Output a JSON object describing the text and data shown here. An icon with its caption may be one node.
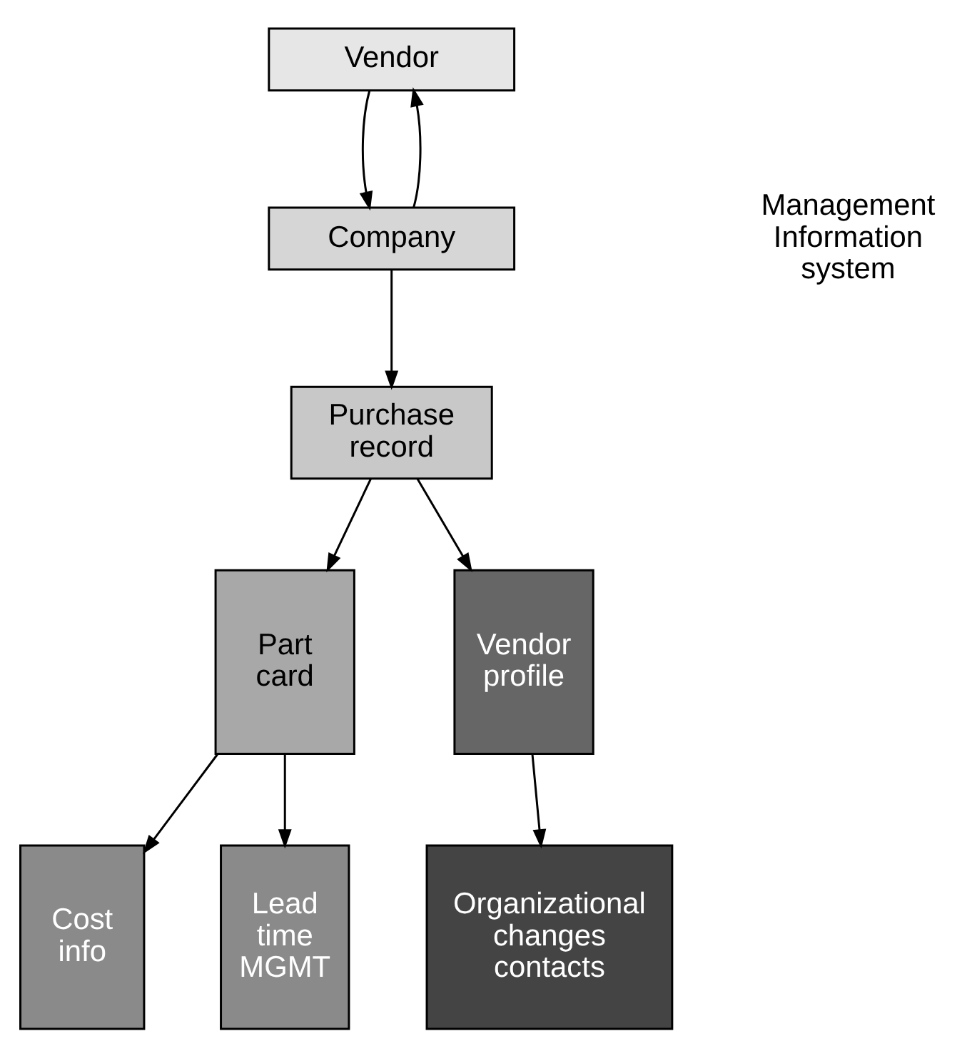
{
  "diagram": {
    "nodes": [
      {
        "text": [
          "Vendor"
        ]
      },
      {
        "text": [
          "Company"
        ]
      },
      {
        "text": [
          "Purchase record"
        ]
      },
      {
        "text": [
          "Part card"
        ]
      },
      {
        "text": [
          "Vendor profile"
        ]
      },
      {
        "text": [
          "Cost info"
        ]
      },
      {
        "text": [
          "Lead time MGMT"
        ]
      },
      {
        "text": [
          "Organizational changes contacts"
        ]
      }
    ],
    "edges": [
      {
        "from": 0,
        "to": 1,
        "arrow": "to"
      },
      {
        "from": 1,
        "to": 0,
        "arrow": "to"
      },
      {
        "from": 1,
        "to": 2,
        "arrow": "to"
      },
      {
        "from": 2,
        "to": 3,
        "arrow": "to"
      },
      {
        "from": 2,
        "to": 4,
        "arrow": "to"
      },
      {
        "from": 3,
        "to": 5,
        "arrow": "to"
      },
      {
        "from": 3,
        "to": 6,
        "arrow": "to"
      },
      {
        "from": 4,
        "to": 7,
        "arrow": "to"
      }
    ],
    "labels": [
      "Management Information system"
    ]
  }
}
